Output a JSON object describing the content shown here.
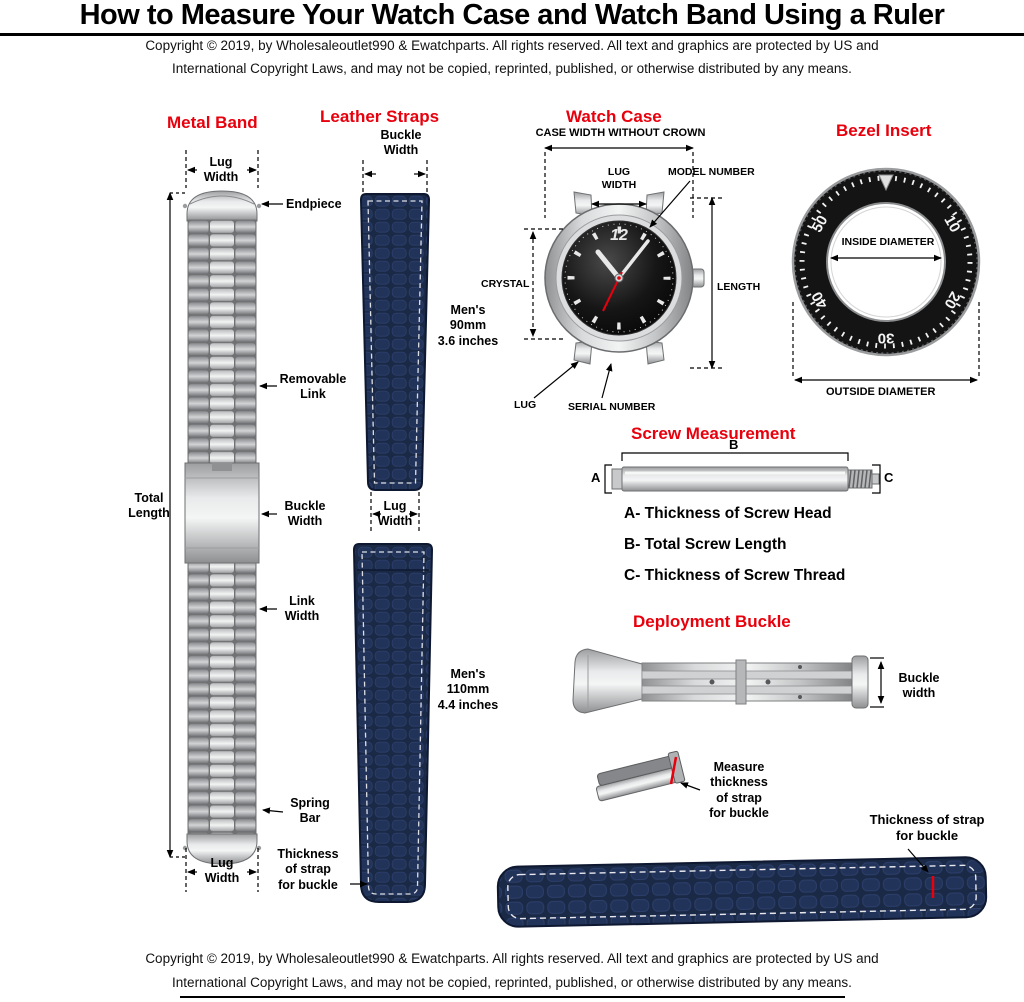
{
  "title": "How to Measure Your Watch Case and Watch Band Using a Ruler",
  "copyright": {
    "line1": "Copyright  © 2019, by Wholesaleoutlet990 & Ewatchparts. All rights reserved. All text and graphics are protected by US and",
    "line2": "International Copyright Laws, and may not be copied, reprinted, published, or otherwise distributed by any  means."
  },
  "colors": {
    "heading_red": "#e8000d",
    "strap_navy": "#1c2b4a",
    "steel_gray": "#c0c2c4",
    "second_hand_red": "#e8000d"
  },
  "metal_band": {
    "heading": "Metal Band",
    "lug_width_top": "Lug\nWidth",
    "endpiece": "Endpiece",
    "removable_link": "Removable\nLink",
    "total_length": "Total\nLength",
    "buckle_width": "Buckle\nWidth",
    "link_width": "Link\nWidth",
    "spring_bar": "Spring\nBar",
    "lug_width_bottom": "Lug\nWidth"
  },
  "leather_straps": {
    "heading": "Leather Straps",
    "buckle_width": "Buckle\nWidth",
    "strap1_size": "Men's\n90mm\n3.6 inches",
    "lug_width": "Lug\nWidth",
    "strap2_size": "Men's\n110mm\n4.4 inches",
    "thickness": "Thickness\nof strap\nfor buckle"
  },
  "watch_case": {
    "heading": "Watch Case",
    "case_width": "CASE WIDTH WITHOUT CROWN",
    "lug_width": "LUG\nWIDTH",
    "model_number": "MODEL NUMBER",
    "crystal": "CRYSTAL",
    "length": "LENGTH",
    "lug": "LUG",
    "serial_number": "SERIAL NUMBER",
    "dial_numeral": "12"
  },
  "bezel_insert": {
    "heading": "Bezel Insert",
    "inside_diameter": "INSIDE DIAMETER",
    "outside_diameter": "OUTSIDE DIAMETER",
    "numbers": {
      "n10": "10",
      "n20": "20",
      "n30": "30",
      "n40": "40",
      "n50": "50"
    }
  },
  "screw": {
    "heading": "Screw Measurement",
    "a": "A",
    "b": "B",
    "c": "C",
    "line_a": "A- Thickness of Screw Head",
    "line_b": "B- Total Screw Length",
    "line_c": "C- Thickness of Screw Thread"
  },
  "deployment": {
    "heading": "Deployment Buckle",
    "buckle_width": "Buckle\nwidth",
    "measure": "Measure\nthickness\nof strap\nfor buckle"
  },
  "bottom_strap": {
    "thickness": "Thickness of strap\nfor buckle"
  }
}
